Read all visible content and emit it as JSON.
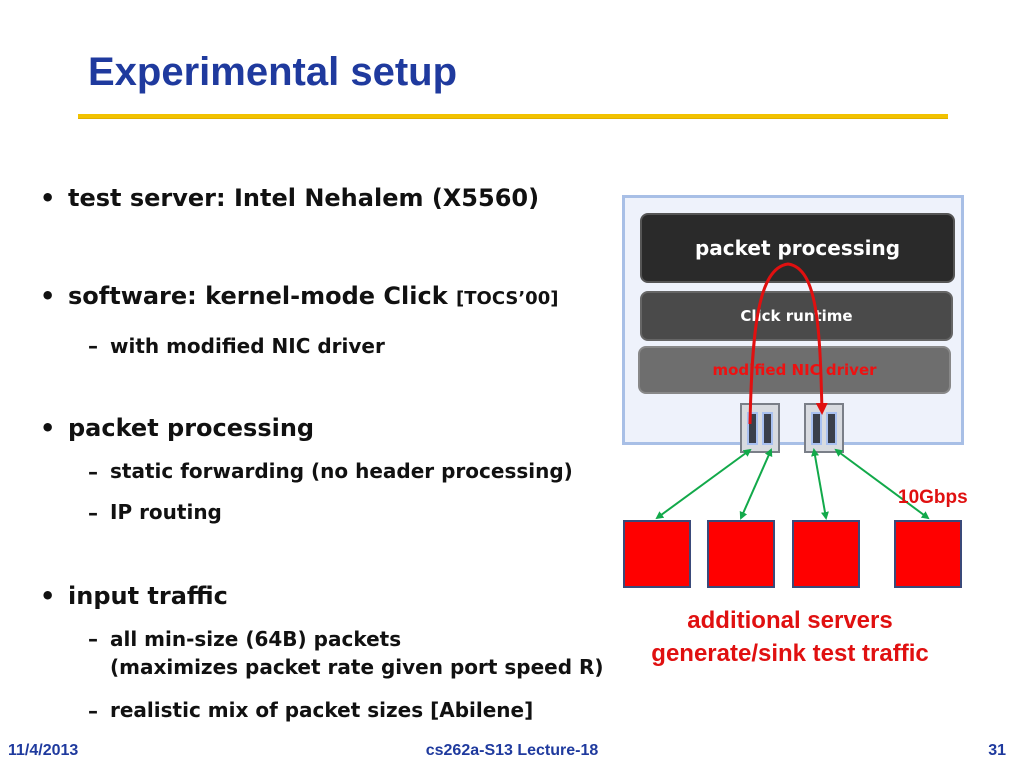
{
  "slide": {
    "title": "Experimental setup",
    "bullets": [
      {
        "text": "test server: Intel Nehalem (X5560)",
        "citation": "",
        "subs": []
      },
      {
        "text": "software: kernel-mode Click ",
        "citation": "[TOCS’00]",
        "subs": [
          {
            "text": "with modified NIC driver"
          }
        ]
      },
      {
        "text": "packet processing",
        "citation": "",
        "subs": [
          {
            "text": "static forwarding (no header processing)"
          },
          {
            "text": "IP routing"
          }
        ]
      },
      {
        "text": "input traffic",
        "citation": "",
        "subs": [
          {
            "line1": "all min-size (64B) packets",
            "line2": "(maximizes packet rate given port speed R)"
          },
          {
            "text": "realistic mix of packet sizes [Abilene]"
          }
        ]
      }
    ],
    "bullet_symbol": "•",
    "dash_symbol": "–"
  },
  "diagram": {
    "layers": [
      "packet processing",
      "Click runtime",
      "modified NIC driver"
    ],
    "link_speed": "10Gbps",
    "caption_line1": "additional servers",
    "caption_line2": "generate/sink test traffic",
    "colors": {
      "server_box_fill": "#eef2fb",
      "server_box_border": "#a8bfe6",
      "traffic_server": "#ff0000",
      "link_arrows": "#12a94a",
      "packet_path": "#e01010"
    }
  },
  "footer": {
    "date": "11/4/2013",
    "course": "cs262a-S13 Lecture-18",
    "page": "31"
  }
}
